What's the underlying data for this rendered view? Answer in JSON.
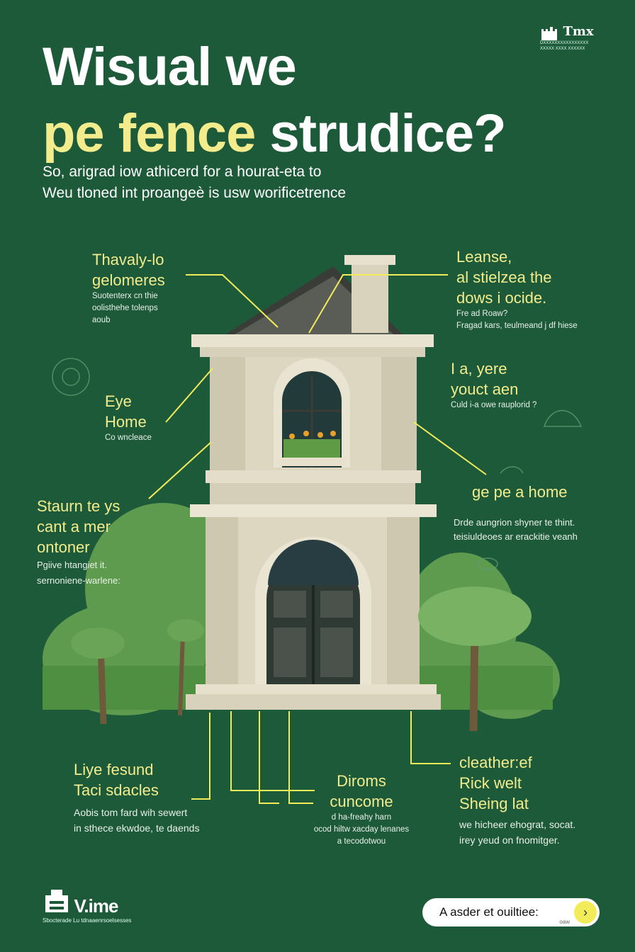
{
  "header": {
    "title_line1": "Wisual we",
    "title_line2_highlight": "pe fence",
    "title_line2_rest": " strudice?",
    "subtitle_line1": "So, arigrad iow athicerd for a hourat-eta to",
    "subtitle_line2": "Weu tloned int proangeè is usw worificetrence"
  },
  "logo_top": {
    "mark": "Tmx",
    "line1": "DXXXXXXXXXXXXXXXX",
    "line2": "XXXXX XXXX XXXXXX"
  },
  "callouts": {
    "top_left": {
      "title1": "Thavaly-lo",
      "title2": "gelomeres",
      "note1": "Suotenterx cn thie",
      "note2": "oolisthehe tolenps",
      "note3": "aoub"
    },
    "top_right": {
      "title1": "Leanse,",
      "title2": "al stielzea the",
      "title3": "dows i ocide.",
      "note1": "Fre ad Roaw?",
      "note2": "Fragad kars, teulmeand j df hiese"
    },
    "eye_home": {
      "title1": "Eye",
      "title2": "Home",
      "note": "Co wncleace"
    },
    "right_mid": {
      "title1": "I a, yere",
      "title2": "youct aen",
      "note": "Culd i-a owe rauplorid ?"
    },
    "left_mid": {
      "title1": "Staurn te ys",
      "title2": "cant a mer",
      "title3": "ontoner",
      "note1": "Pgiive htangiet it.",
      "note2": "sernoniene-warlene:"
    },
    "right_home": {
      "title": "ge pe a home",
      "note1": "Drde aungrion shyner te thint.",
      "note2": "teisiuldeoes ar erackitie veanh"
    },
    "bottom_left": {
      "title1": "Liye fesund",
      "title2": "Taci sdacles",
      "note1": "Aobis tom fard wih sewert",
      "note2": "in sthece ekwdoe, te daends"
    },
    "bottom_center": {
      "title1": "Diroms",
      "title2": "cuncome",
      "note1": "d ha-freahy harn",
      "note2": "ocod hiltw xacday lenanes",
      "note3": "a tecodotwou"
    },
    "bottom_right": {
      "title1": "cleather:ef",
      "title2": "Rick welt",
      "title3": "Sheing lat",
      "note1": "we hicheer ehograt, socat.",
      "note2": "irey yeud on fnomitger."
    }
  },
  "footer": {
    "logo_mark": "V.ime",
    "logo_sub": "Sbocterade Lu tdnaaenrsoelsesses",
    "cta_label": "A asder et ouiltiee:",
    "cta_small": "oaw"
  },
  "colors": {
    "background": "#1d5a3a",
    "accent": "#f2ec8c",
    "tree": "#6aa456"
  }
}
